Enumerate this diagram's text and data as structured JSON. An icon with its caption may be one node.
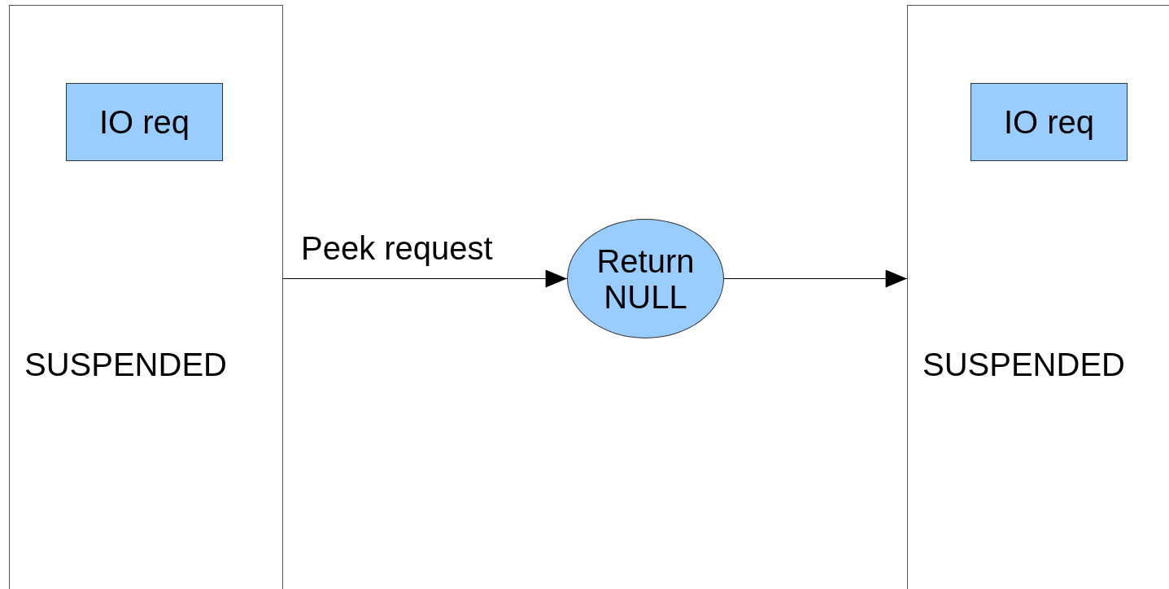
{
  "diagram": {
    "nodes": [
      {
        "text": [
          "SUSPENDED"
        ]
      },
      {
        "text": [
          "IO req"
        ],
        "in": 0
      },
      {
        "text": [
          "Return NULL"
        ]
      },
      {
        "text": [
          "SUSPENDED"
        ]
      },
      {
        "text": [
          "IO req"
        ],
        "in": 3
      }
    ],
    "edges": [
      {
        "from": 0,
        "to": 2,
        "arrow": "to",
        "label": "Peek request"
      },
      {
        "from": 2,
        "to": 3,
        "arrow": "to"
      }
    ]
  }
}
